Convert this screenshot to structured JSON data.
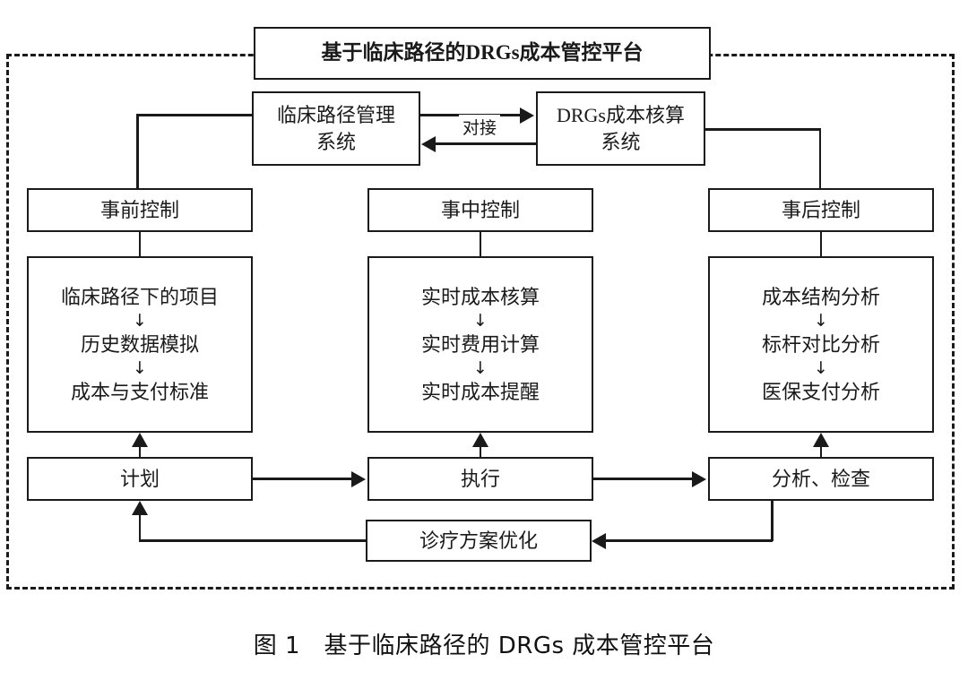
{
  "figure": {
    "caption": "图 1　基于临床路径的 DRGs 成本管控平台",
    "platform_title": "基于临床路径的DRGs成本管控平台"
  },
  "systems": {
    "clinical_pathway": "临床路径管理\n系统",
    "drgs_costing": "DRGs成本核算\n系统",
    "link_label": "对接"
  },
  "controls": {
    "pre": "事前控制",
    "during": "事中控制",
    "post": "事后控制"
  },
  "details": {
    "pre_steps": [
      "临床路径下的项目",
      "历史数据模拟",
      "成本与支付标准"
    ],
    "during_steps": [
      "实时成本核算",
      "实时费用计算",
      "实时成本提醒"
    ],
    "post_steps": [
      "成本结构分析",
      "标杆对比分析",
      "医保支付分析"
    ],
    "step_arrow": "↓"
  },
  "pdca": {
    "plan": "计划",
    "do": "执行",
    "check": "分析、检查",
    "act": "诊疗方案优化"
  },
  "colors": {
    "stroke": "#1a1a1a",
    "background": "#ffffff"
  }
}
